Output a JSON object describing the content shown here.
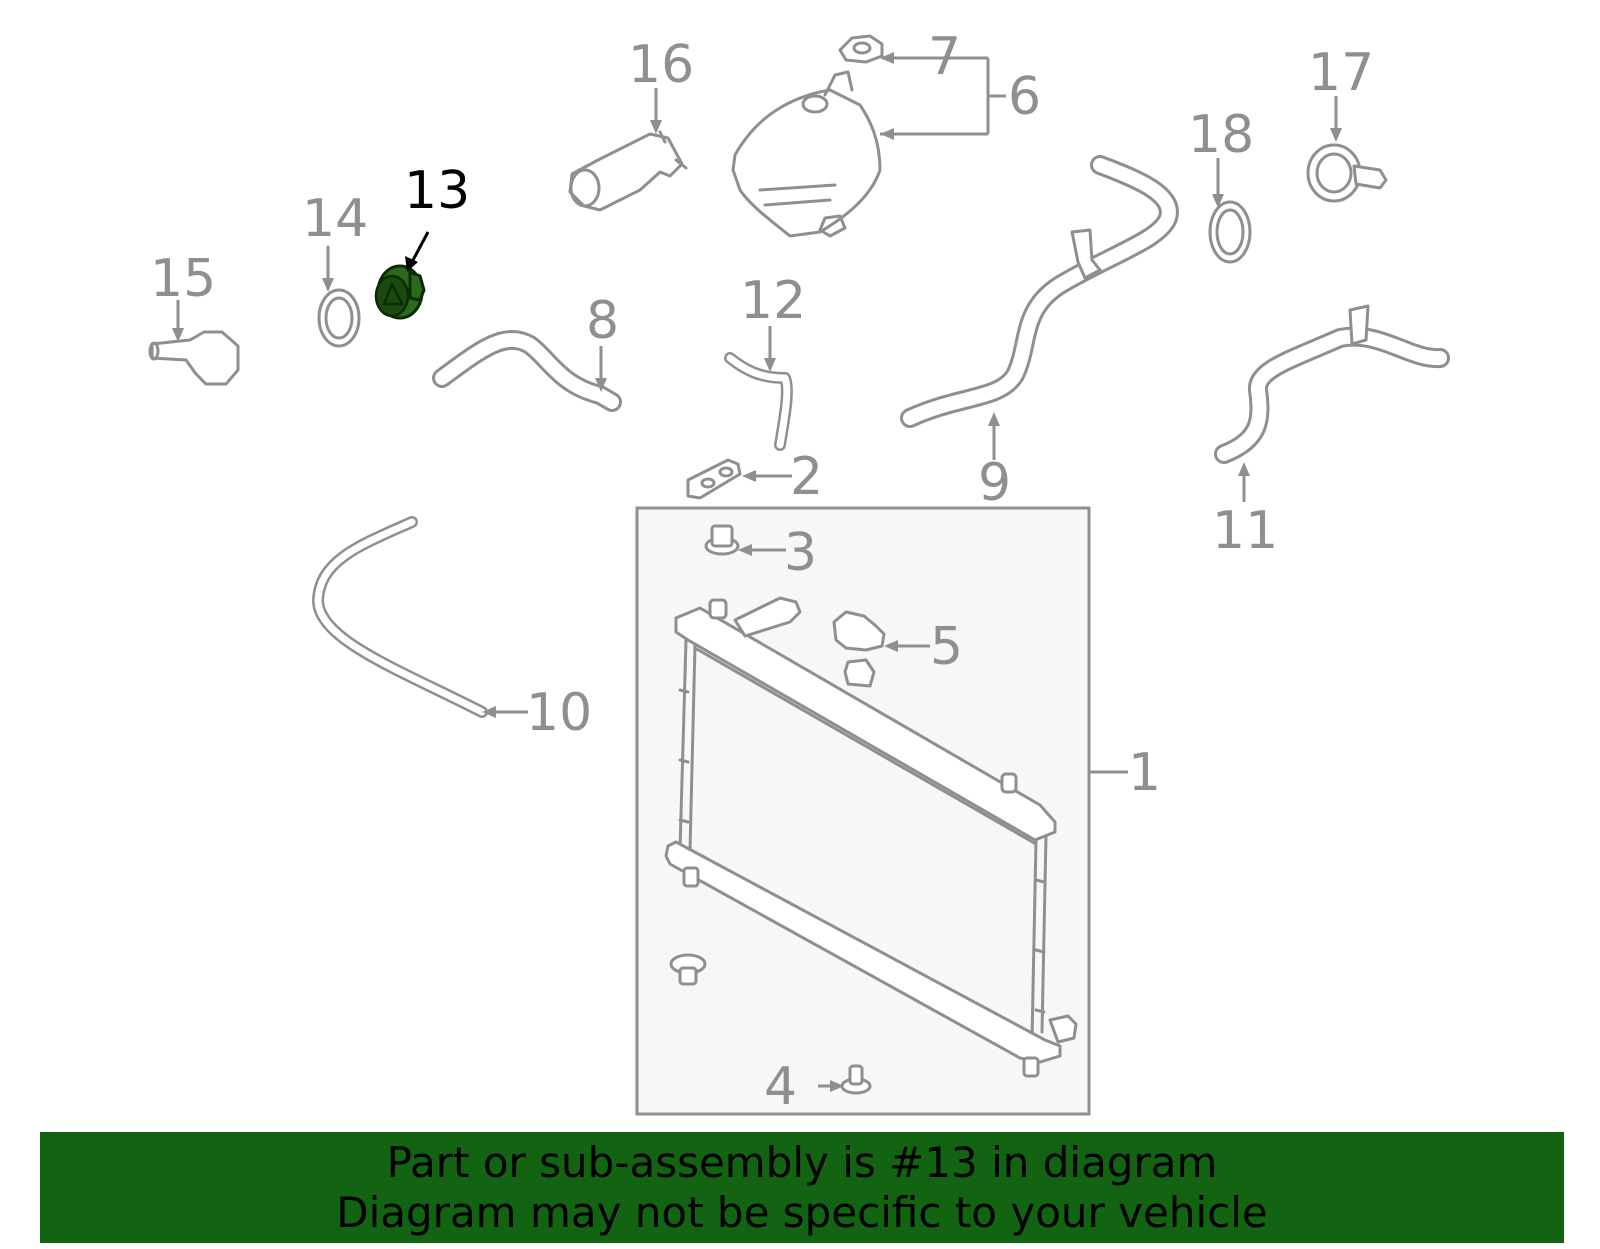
{
  "diagram": {
    "highlighted_part": "13",
    "highlight_color": "#2a6a1a",
    "part_color": "#8f8f8f",
    "callouts": {
      "c1": "1",
      "c2": "2",
      "c3": "3",
      "c4": "4",
      "c5": "5",
      "c6": "6",
      "c7": "7",
      "c8": "8",
      "c9": "9",
      "c10": "10",
      "c11": "11",
      "c12": "12",
      "c13": "13",
      "c14": "14",
      "c15": "15",
      "c16": "16",
      "c17": "17",
      "c18": "18"
    }
  },
  "banner": {
    "line1": "Part or sub-assembly is #13 in diagram",
    "line2": "Diagram may not be specific to your vehicle",
    "background": "#126312"
  }
}
